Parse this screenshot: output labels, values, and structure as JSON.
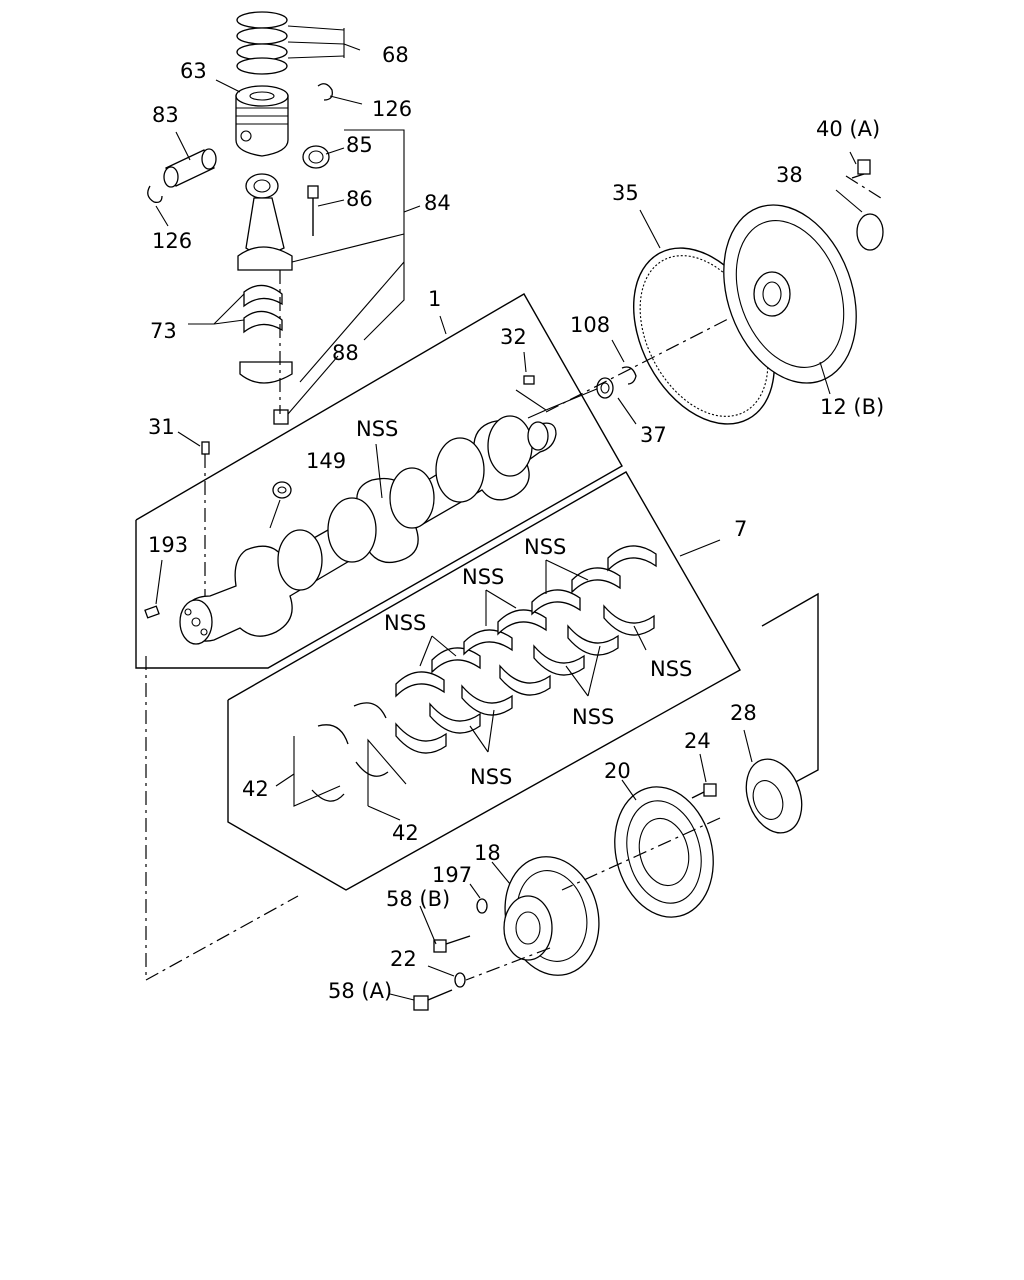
{
  "labels": {
    "l68": "68",
    "l63": "63",
    "l126a": "126",
    "l83": "83",
    "l85": "85",
    "l126b": "126",
    "l86": "86",
    "l84": "84",
    "l73": "73",
    "l88": "88",
    "l1": "1",
    "l32": "32",
    "l31": "31",
    "l149": "149",
    "nss1": "NSS",
    "l193": "193",
    "l7": "7",
    "nss2": "NSS",
    "nss3": "NSS",
    "nss4": "NSS",
    "nss5": "NSS",
    "nss6": "NSS",
    "nss7": "NSS",
    "l42a": "42",
    "l42b": "42",
    "l40a": "40 (A)",
    "l38": "38",
    "l35": "35",
    "l108": "108",
    "l37": "37",
    "l12b": "12 (B)",
    "l28": "28",
    "l24": "24",
    "l20": "20",
    "l18": "18",
    "l197": "197",
    "l58b": "58 (B)",
    "l22": "22",
    "l58a": "58 (A)"
  }
}
